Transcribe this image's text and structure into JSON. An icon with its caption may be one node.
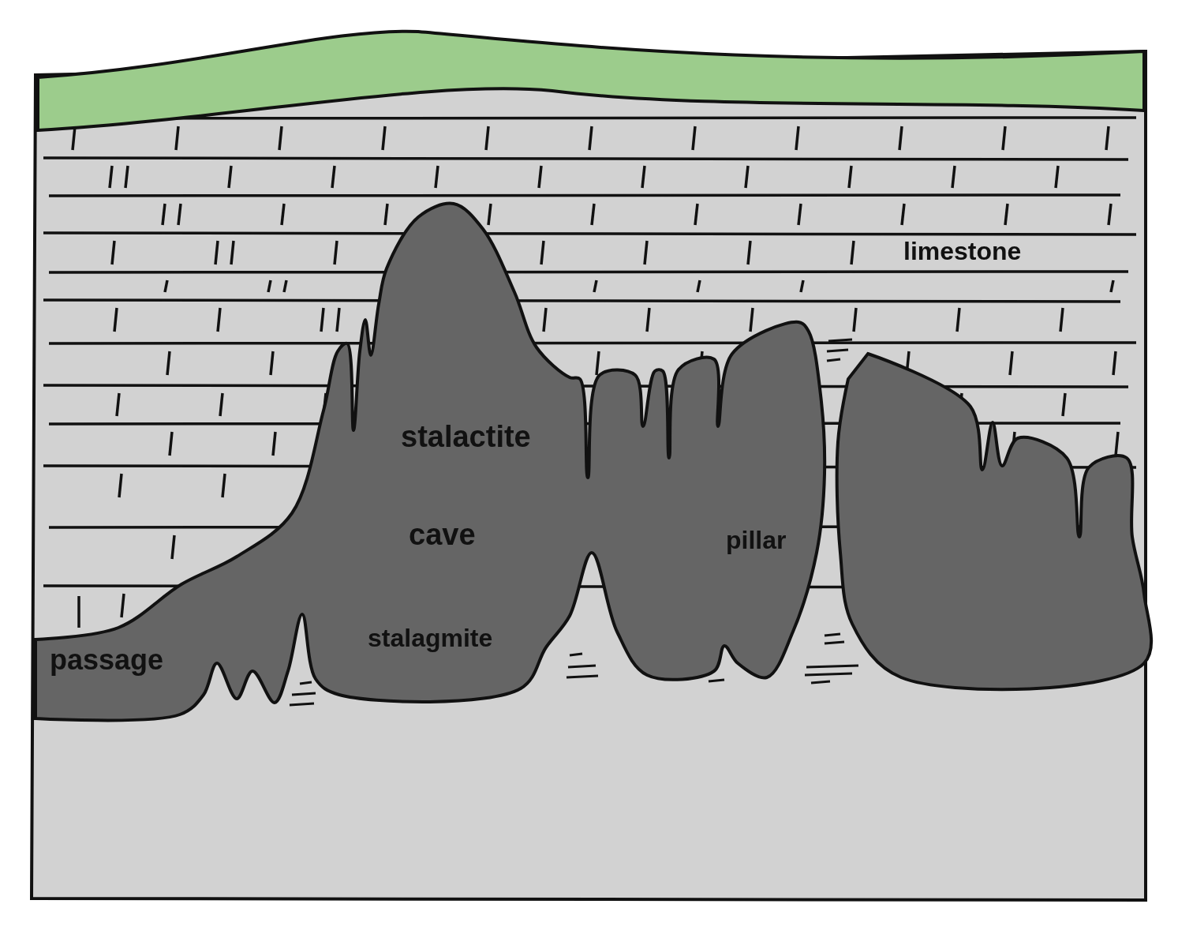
{
  "diagram": {
    "labels": [
      "limestone",
      "stalactite",
      "cave",
      "pillar",
      "stalagmite",
      "passage"
    ]
  }
}
